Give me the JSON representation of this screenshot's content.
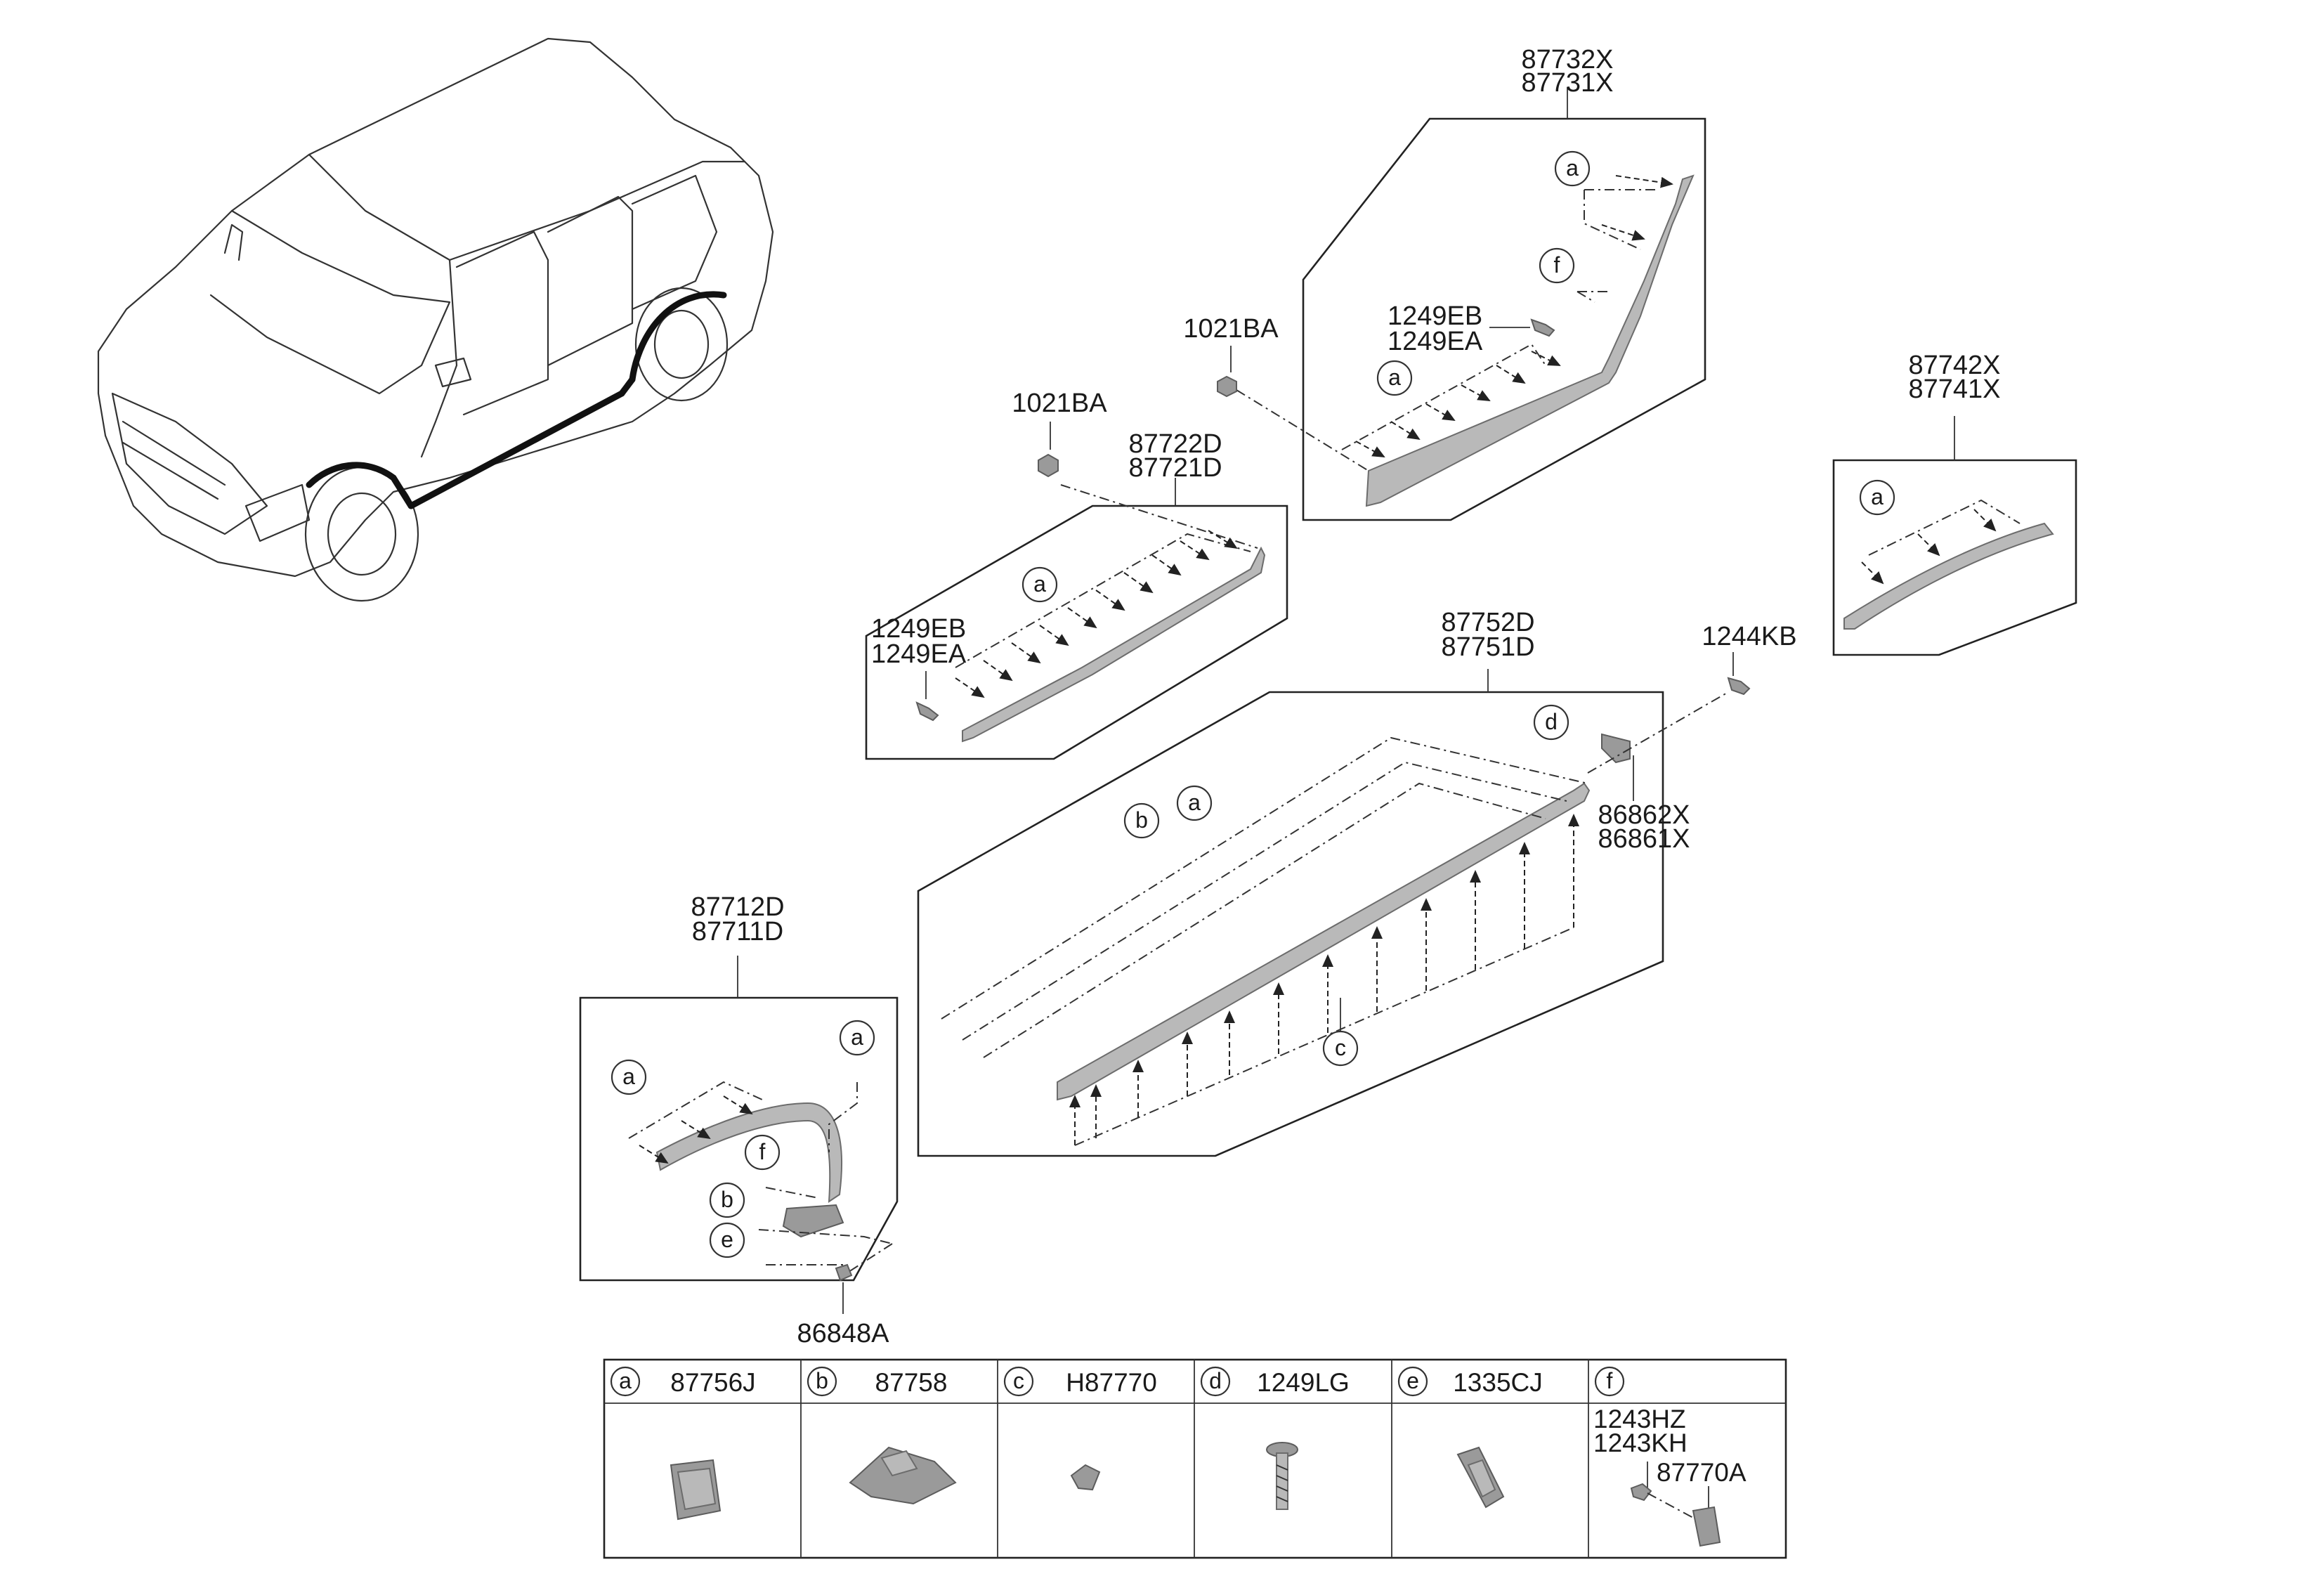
{
  "labels": {
    "p87732x": "87732X",
    "p87731x": "87731X",
    "p1021ba_a": "1021BA",
    "p1021ba_b": "1021BA",
    "p1249eb_a": "1249EB",
    "p1249ea_a": "1249EA",
    "p1249eb_b": "1249EB",
    "p1249ea_b": "1249EA",
    "p87722d": "87722D",
    "p87721d": "87721D",
    "p87742x": "87742X",
    "p87741x": "87741X",
    "p87752d": "87752D",
    "p87751d": "87751D",
    "p1244kb": "1244KB",
    "p86862x": "86862X",
    "p86861x": "86861X",
    "p87712d": "87712D",
    "p87711d": "87711D",
    "p86848a": "86848A"
  },
  "callouts": {
    "a": "a",
    "b": "b",
    "c": "c",
    "d": "d",
    "e": "e",
    "f": "f"
  },
  "legend": {
    "items": [
      {
        "key": "a",
        "part": "87756J"
      },
      {
        "key": "b",
        "part": "87758"
      },
      {
        "key": "c",
        "part": "H87770"
      },
      {
        "key": "d",
        "part": "1249LG"
      },
      {
        "key": "e",
        "part": "1335CJ"
      },
      {
        "key": "f",
        "part": ""
      }
    ],
    "f_parts": {
      "l1": "1243HZ",
      "l2": "1243KH",
      "l3": "87770A"
    }
  }
}
